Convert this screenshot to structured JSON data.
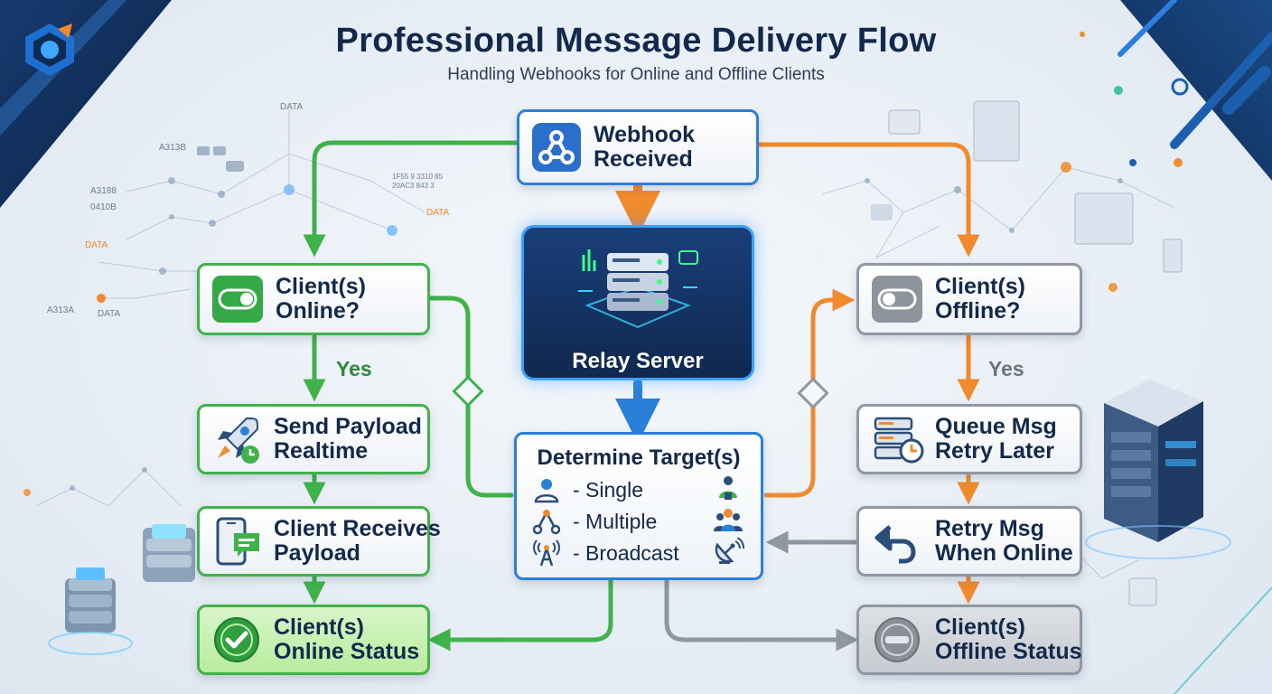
{
  "header": {
    "title": "Professional Message Delivery Flow",
    "subtitle": "Handling Webhooks for Online and Offline Clients"
  },
  "background_labels": [
    "DATA",
    "A313B",
    "A3188",
    "0410B",
    "DATA",
    "A313A",
    "DATA",
    "DATA"
  ],
  "nodes": {
    "webhook": {
      "line1": "Webhook",
      "line2": "Received",
      "icon": "webhook-icon"
    },
    "relay": {
      "label": "Relay Server",
      "icon": "server-stack-icon"
    },
    "client_online": {
      "line1": "Client(s)",
      "line2": "Online?",
      "icon": "toggle-on-icon"
    },
    "client_offline": {
      "line1": "Client(s)",
      "line2": "Offline?",
      "icon": "toggle-off-icon"
    },
    "send_payload": {
      "line1": "Send Payload",
      "line2": "Realtime",
      "icon": "rocket-icon"
    },
    "client_receives": {
      "line1": "Client Receives",
      "line2": "Payload",
      "icon": "phone-message-icon"
    },
    "online_status": {
      "line1": "Client(s)",
      "line2": "Online Status",
      "icon": "check-circle-icon"
    },
    "queue_msg": {
      "line1": "Queue Msg",
      "line2": "Retry Later",
      "icon": "queue-clock-icon"
    },
    "retry_msg": {
      "line1": "Retry Msg",
      "line2": "When Online",
      "icon": "undo-arrow-icon"
    },
    "offline_status": {
      "line1": "Client(s)",
      "line2": "Offline Status",
      "icon": "minus-circle-icon"
    },
    "determine_target": {
      "title": "Determine Target(s)",
      "options": [
        {
          "label": "- Single",
          "icon": "single-user-icon",
          "right_icon": "presenter-icon"
        },
        {
          "label": "- Multiple",
          "icon": "network-nodes-icon",
          "right_icon": "group-users-icon"
        },
        {
          "label": "- Broadcast",
          "icon": "broadcast-tower-icon",
          "right_icon": "satellite-dish-icon"
        }
      ]
    }
  },
  "edge_labels": {
    "yes_left": "Yes",
    "yes_right": "Yes"
  },
  "colors": {
    "online_path": "#3fb24a",
    "offline_path": "#f08a2c",
    "main_path": "#2a7fd8",
    "neutral_path": "#8f97a2",
    "title": "#13294b"
  }
}
